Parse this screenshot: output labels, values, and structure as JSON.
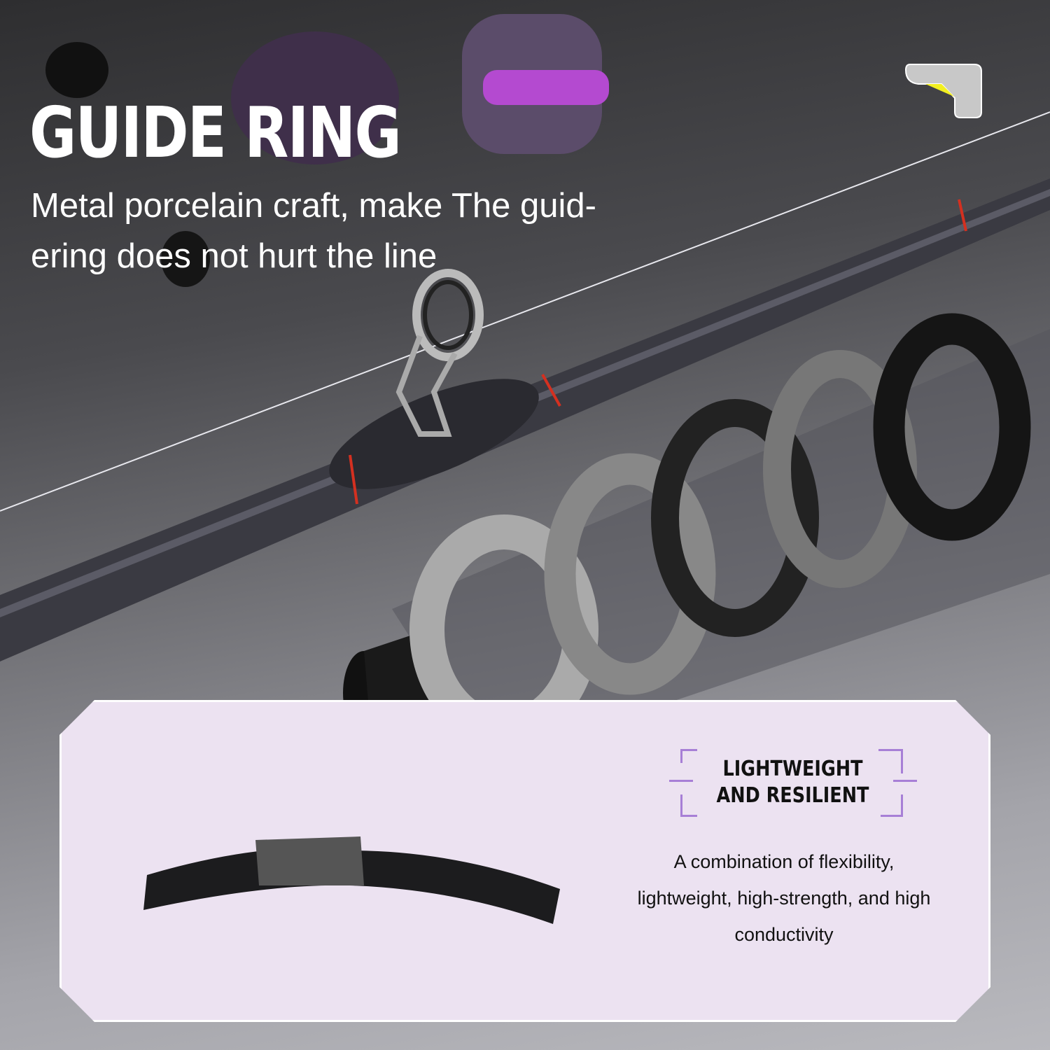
{
  "heading": {
    "title": "GUIDE RING",
    "subtitle": "Metal porcelain craft, make The guid-ering does not hurt the line"
  },
  "feature": {
    "title": "LIGHTWEIGHT AND RESILIENT",
    "description": "A combination of flexibility, lightweight, high-strength, and high conductivity"
  },
  "colors": {
    "accent_purple": "#a77fd6",
    "panel_bg": "#ece2f1",
    "logo_yellow": "#f2ef20",
    "wrap_red": "#d43020"
  }
}
